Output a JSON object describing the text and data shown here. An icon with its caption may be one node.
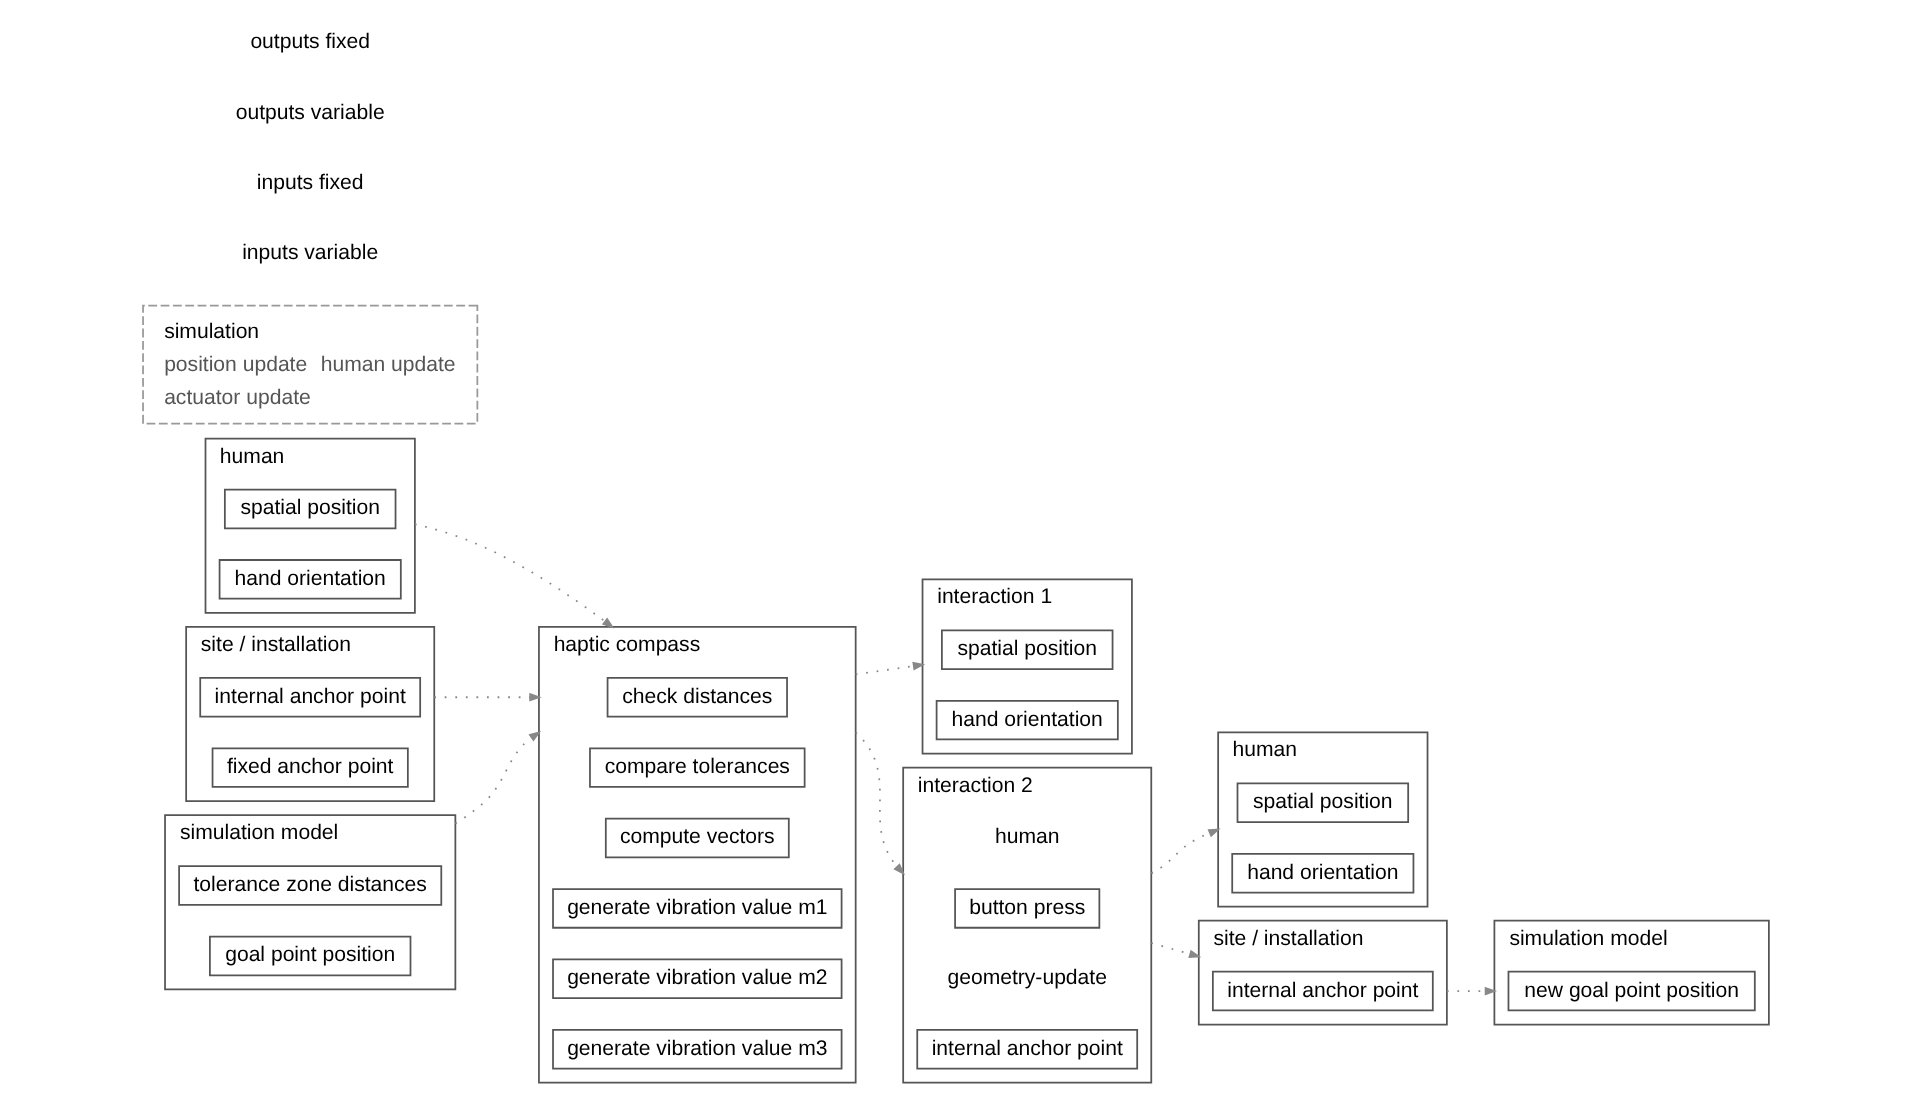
{
  "diagram": {
    "nodes": [
      {
        "text": [
          "human"
        ]
      },
      {
        "text": [
          "spatial position"
        ],
        "in": 0
      },
      {
        "text": [
          "hand orientation"
        ],
        "in": 0
      },
      {
        "text": [
          "site / installation"
        ]
      },
      {
        "text": [
          "internal anchor point"
        ],
        "in": 3
      },
      {
        "text": [
          "fixed anchor point"
        ],
        "in": 3
      },
      {
        "text": [
          "simulation model"
        ]
      },
      {
        "text": [
          "tolerance zone distances"
        ],
        "in": 6
      },
      {
        "text": [
          "goal point position"
        ],
        "in": 6
      },
      {
        "text": [
          "haptic compass"
        ]
      },
      {
        "text": [
          "check distances"
        ],
        "in": 9
      },
      {
        "text": [
          "compare tolerances"
        ],
        "in": 9
      },
      {
        "text": [
          "compute vectors"
        ],
        "in": 9
      },
      {
        "text": [
          "generate vibration value m1"
        ],
        "in": 9
      },
      {
        "text": [
          "generate vibration value m2"
        ],
        "in": 9
      },
      {
        "text": [
          "generate vibration value m3"
        ],
        "in": 9
      },
      {
        "text": [
          "interaction 1"
        ]
      },
      {
        "text": [
          "spatial position"
        ],
        "in": 16
      },
      {
        "text": [
          "hand orientation"
        ],
        "in": 16
      },
      {
        "text": [
          "interaction 2"
        ]
      },
      {
        "text": [
          "button press"
        ],
        "in": 19
      },
      {
        "text": [
          "internal anchor point"
        ],
        "in": 19
      },
      {
        "text": [
          "human"
        ]
      },
      {
        "text": [
          "spatial position"
        ],
        "in": 22
      },
      {
        "text": [
          "hand orientation"
        ],
        "in": 22
      },
      {
        "text": [
          "site / installation"
        ]
      },
      {
        "text": [
          "internal anchor point"
        ],
        "in": 25
      },
      {
        "text": [
          "simulation model"
        ]
      },
      {
        "text": [
          "new goal point position"
        ],
        "in": 27
      },
      {
        "text": [
          "simulation",
          "position update",
          "human update",
          "actuator update"
        ]
      }
    ],
    "edges": [
      {
        "from": 0,
        "to": 9,
        "arrow": "to",
        "style": "dashed"
      },
      {
        "from": 3,
        "to": 9,
        "arrow": "to",
        "style": "dashed"
      },
      {
        "from": 6,
        "to": 9,
        "arrow": "to",
        "style": "dashed"
      },
      {
        "from": 9,
        "to": 16,
        "arrow": "to",
        "style": "dashed"
      },
      {
        "from": 9,
        "to": 19,
        "arrow": "to",
        "style": "dashed"
      },
      {
        "from": 19,
        "to": 22,
        "arrow": "to",
        "style": "dashed"
      },
      {
        "from": 19,
        "to": 25,
        "arrow": "to",
        "style": "dashed"
      },
      {
        "from": 25,
        "to": 27,
        "arrow": "to",
        "style": "dashed"
      }
    ],
    "labels": [
      "inputs variable",
      "inputs fixed",
      "outputs variable",
      "outputs fixed",
      "human",
      "geometry-update"
    ]
  }
}
